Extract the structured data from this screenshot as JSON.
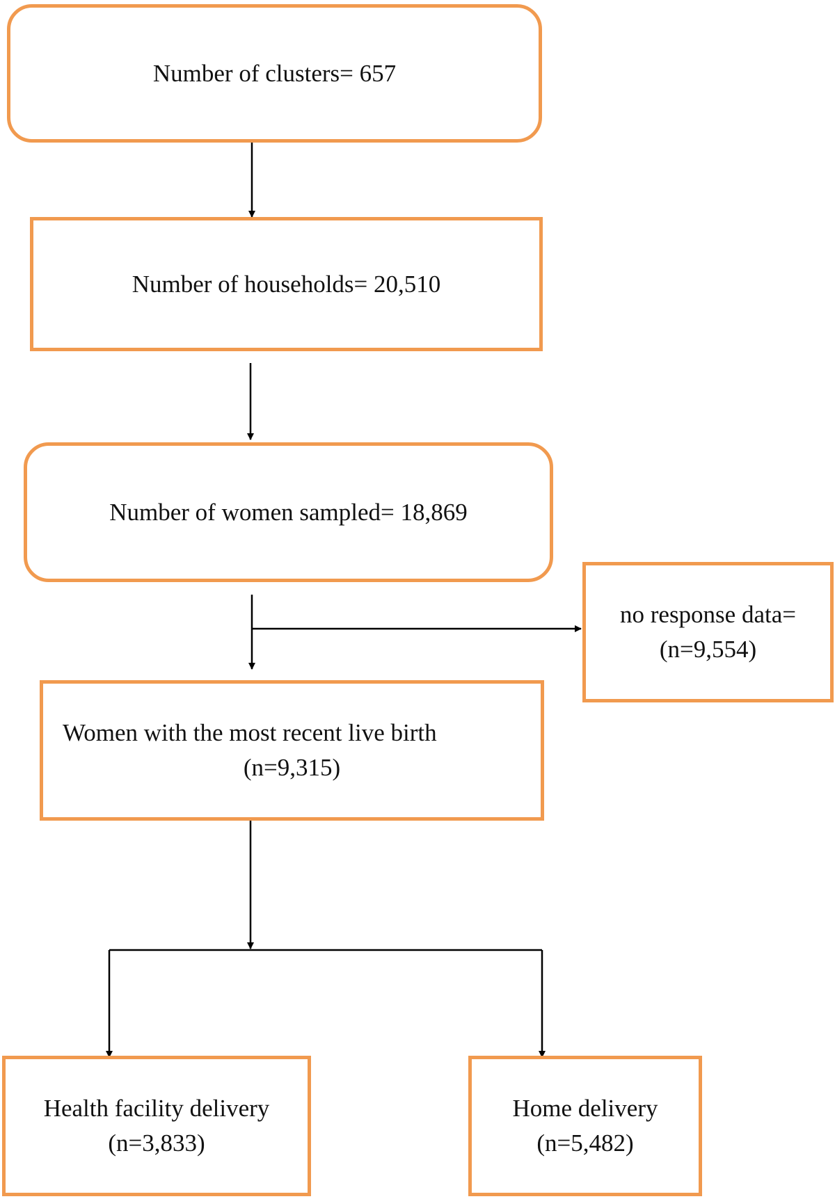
{
  "colors": {
    "box_border": "#f19a4f",
    "connector": "#000000",
    "text": "#111111"
  },
  "boxes": {
    "clusters": {
      "line1": "Number of clusters= 657"
    },
    "households": {
      "line1": "Number of households= 20,510"
    },
    "women_sampled": {
      "line1": "Number of women sampled= 18,869"
    },
    "no_response": {
      "line1": "no response data=",
      "line2": "(n=9,554)"
    },
    "recent_birth": {
      "line1": "Women with the most recent live birth",
      "line2": "(n=9,315)"
    },
    "facility_delivery": {
      "line1": "Health facility delivery",
      "line2": "(n=3,833)"
    },
    "home_delivery": {
      "line1": "Home delivery",
      "line2": "(n=5,482)"
    }
  }
}
